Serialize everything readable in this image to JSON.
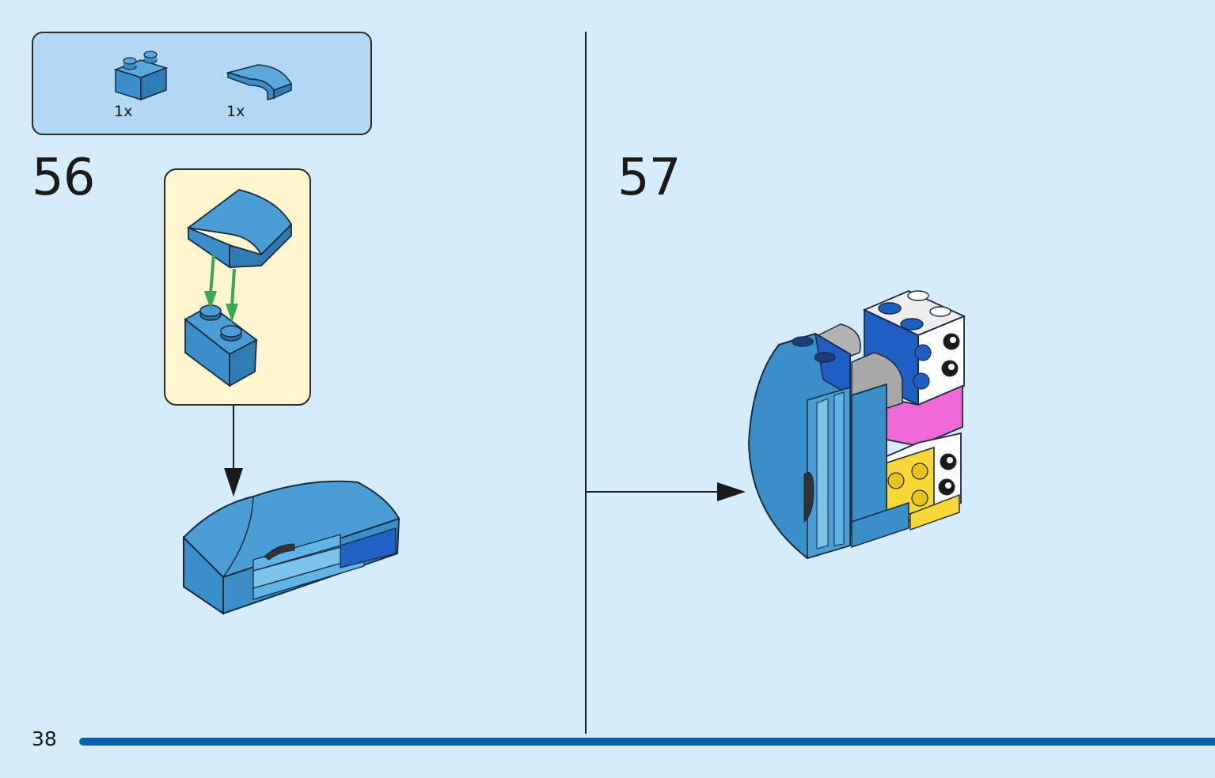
{
  "parts_list": [
    {
      "name": "brick-1x2",
      "qty": "1x",
      "color": "#3a8fc9"
    },
    {
      "name": "curved-slope-1x2",
      "qty": "1x",
      "color": "#3a8fc9"
    }
  ],
  "steps": [
    {
      "number": "56"
    },
    {
      "number": "57"
    }
  ],
  "page": {
    "number": "38"
  },
  "progress": {
    "fraction": 1.0
  },
  "colors": {
    "background": "#d5ecfb",
    "parts_box": "#b3d8f4",
    "callout": "#fff5cf",
    "brick_blue": "#3a8fc9",
    "progress": "#0661ad",
    "arrow_green": "#3aa65a"
  }
}
